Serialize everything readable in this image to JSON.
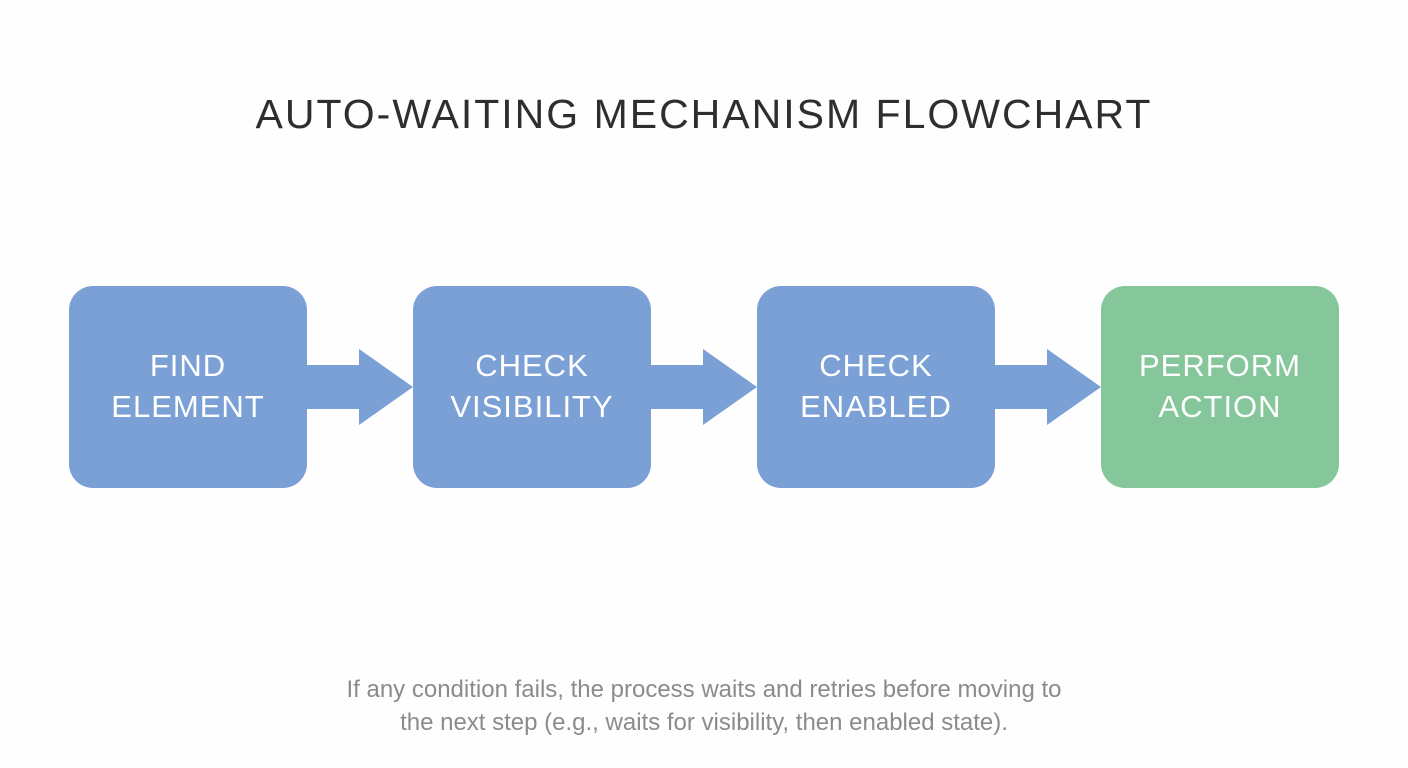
{
  "title": "AUTO-WAITING MECHANISM FLOWCHART",
  "flowchart": {
    "steps": [
      {
        "label": "FIND\nELEMENT",
        "color": "#7ba0d6"
      },
      {
        "label": "CHECK\nVISIBILITY",
        "color": "#7ba0d6"
      },
      {
        "label": "CHECK\nENABLED",
        "color": "#7ba0d6"
      },
      {
        "label": "PERFORM\nACTION",
        "color": "#85c69b"
      }
    ],
    "connector_color": "#7ba0d6"
  },
  "caption": "If any condition fails, the process waits and retries before moving to\nthe next step (e.g., waits for visibility, then enabled state).",
  "colors": {
    "background": "#fefefe",
    "title_text": "#2e2e2e",
    "caption_text": "#8b8b8b",
    "step_text": "#ffffff"
  }
}
